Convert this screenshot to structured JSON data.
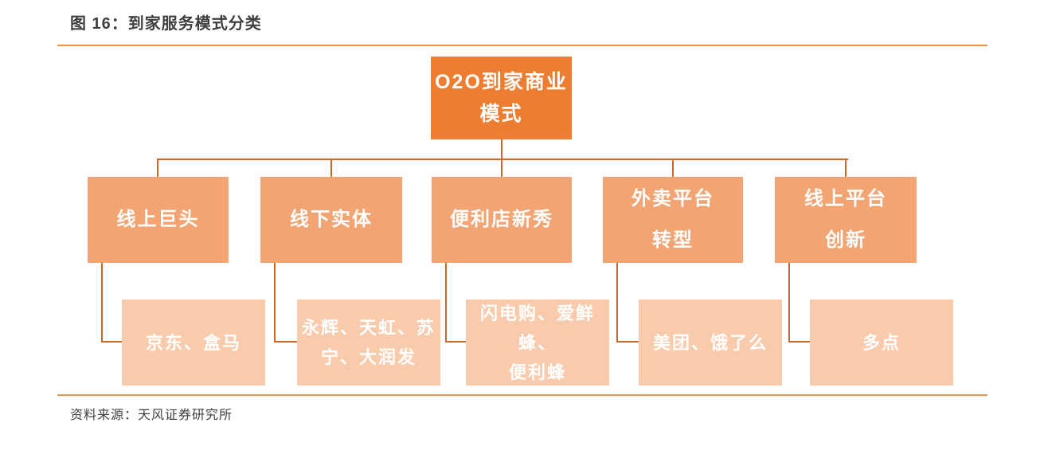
{
  "figure": {
    "title": "图 16：到家服务模式分类",
    "source": "资料来源：天风证券研究所"
  },
  "colors": {
    "root_fill": "#ED7D31",
    "level2_fill": "#F2A572",
    "level3_fill": "#F8CBAD",
    "connector_line": "#C9682D",
    "divider_rule": "#E8944C",
    "box_text": "#FFFFFF",
    "title_text": "#3F3F3F"
  },
  "tree": {
    "root_label": "O2O到家商业模式",
    "root_display": "O2O到家商业\n模式",
    "branches": [
      {
        "category": "线上巨头",
        "category_display": "线上巨头",
        "examples": "京东、盒马",
        "examples_display": "京东、盒马"
      },
      {
        "category": "线下实体",
        "category_display": "线下实体",
        "examples": "永辉、天虹、苏宁、大润发",
        "examples_display": "永辉、天虹、苏\n宁、大润发"
      },
      {
        "category": "便利店新秀",
        "category_display": "便利店新秀",
        "examples": "闪电购、爱鲜蜂、便利蜂",
        "examples_display": "闪电购、爱鲜蜂、\n便利蜂"
      },
      {
        "category": "外卖平台转型",
        "category_display": "外卖平台\n转型",
        "examples": "美团、饿了么",
        "examples_display": "美团、饿了么"
      },
      {
        "category": "线上平台创新",
        "category_display": "线上平台\n创新",
        "examples": "多点",
        "examples_display": "多点"
      }
    ]
  }
}
